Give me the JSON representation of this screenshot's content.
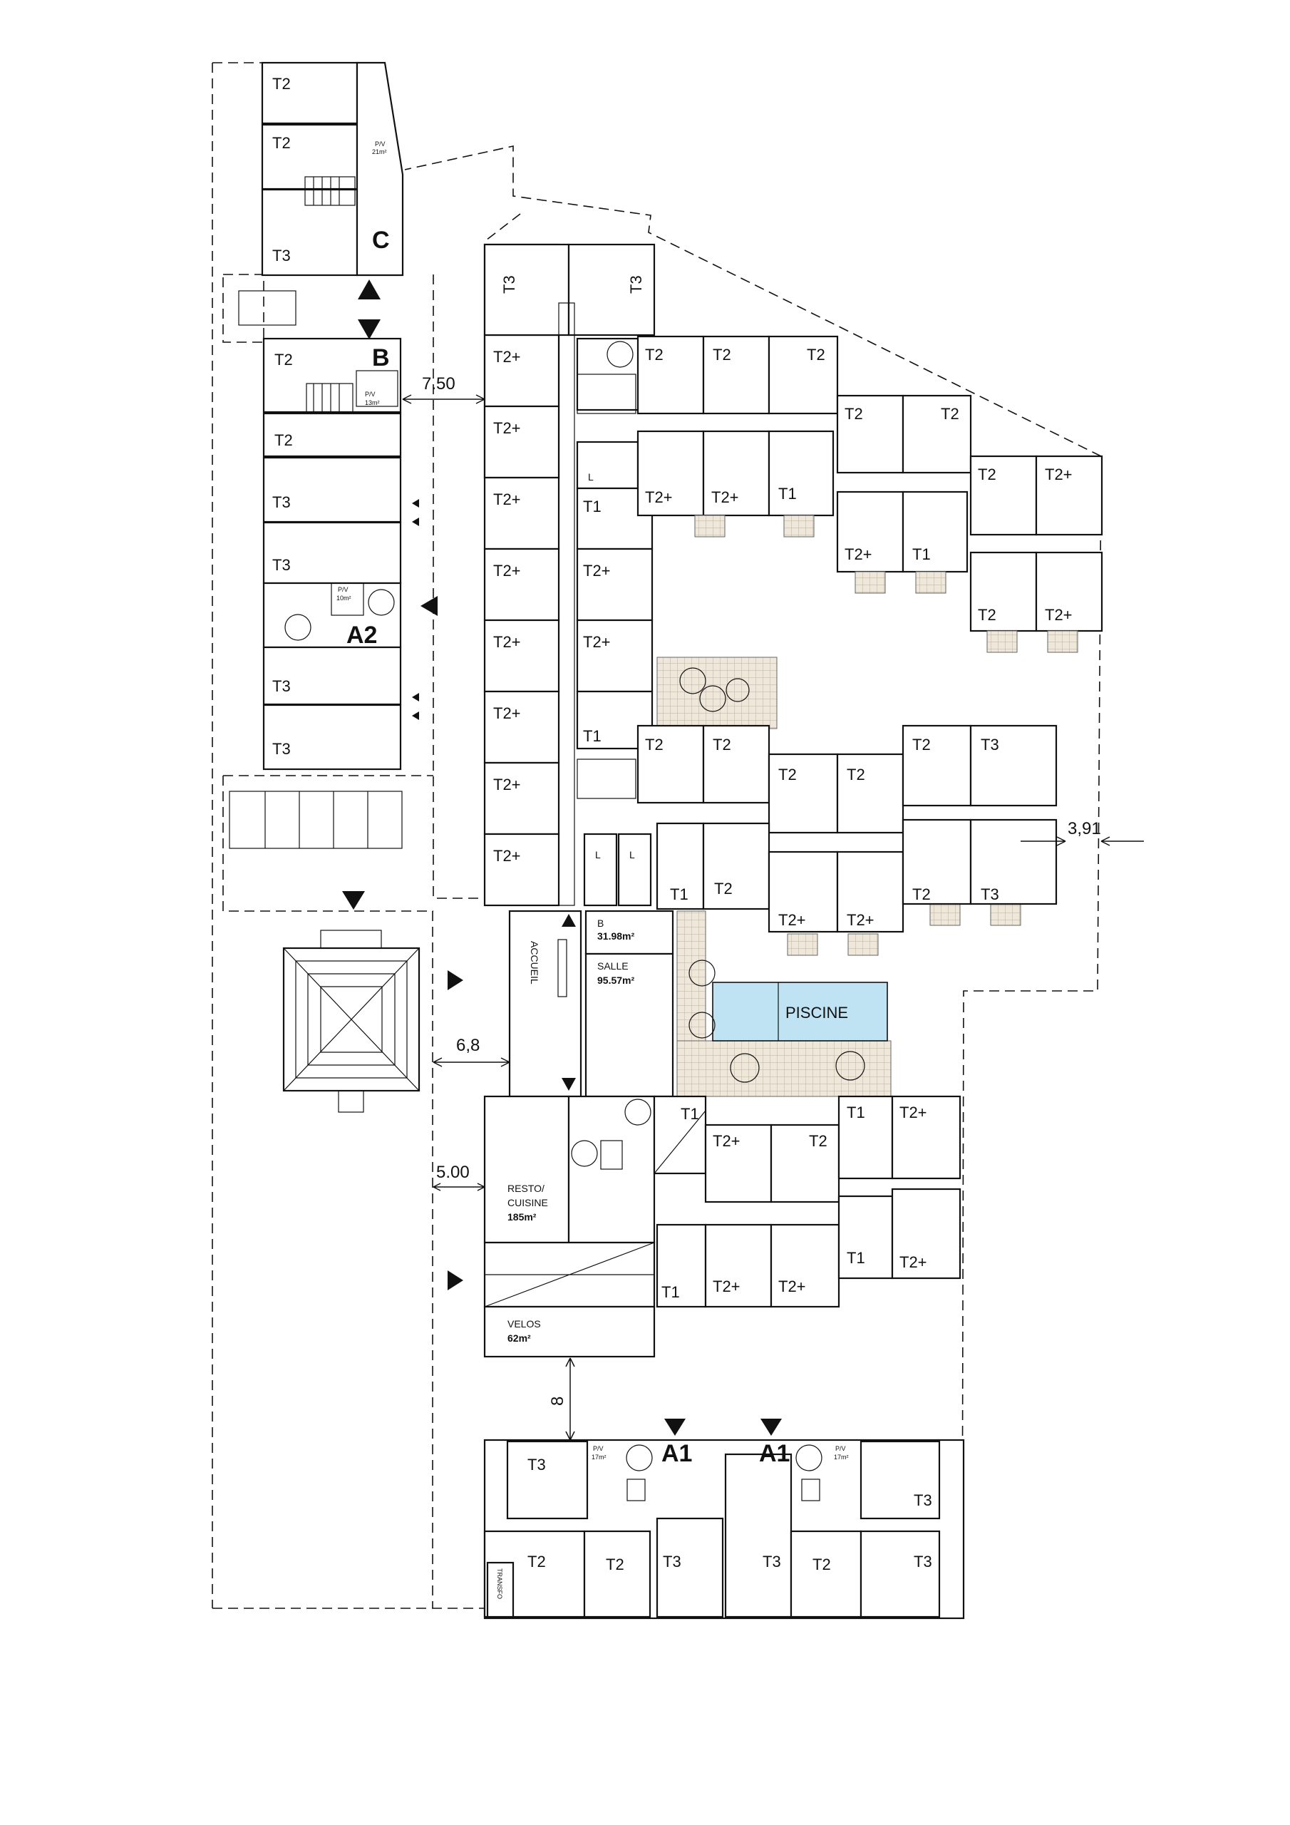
{
  "buildings": {
    "C": {
      "name": "C",
      "units": [
        "T2",
        "T2",
        "T3"
      ],
      "pv": "P/V",
      "pv_area": "21m²"
    },
    "B": {
      "name": "B",
      "units": [
        "T2",
        "T2",
        "T3",
        "T3"
      ],
      "pv": "P/V",
      "pv_area": "13m²"
    },
    "A2": {
      "name": "A2",
      "units": [
        "T3",
        "T3"
      ],
      "pv": "P/V",
      "pv_area": "10m²"
    },
    "A1_left": {
      "name": "A1",
      "pv": "P/V",
      "pv_area": "17m²"
    },
    "A1_right": {
      "name": "A1",
      "pv": "P/V",
      "pv_area": "17m²"
    }
  },
  "dimensions": {
    "d1": "7.50",
    "d2": "6,8",
    "d3": "5.00",
    "d4": "8",
    "d5": "3,91"
  },
  "rooms": {
    "accueil": "ACCUEIL",
    "bar_name": "B",
    "bar_area": "31.98m²",
    "salle_name": "SALLE",
    "salle_area": "95.57m²",
    "piscine": "PISCINE",
    "resto_name1": "RESTO/",
    "resto_name2": "CUISINE",
    "resto_area": "185m²",
    "velos_name": "VELOS",
    "velos_area": "62m²",
    "transfo": "TRANSFO",
    "linen": "L"
  },
  "unit_types": {
    "t1": "T1",
    "t2": "T2",
    "t2plus": "T2+",
    "t3": "T3"
  }
}
